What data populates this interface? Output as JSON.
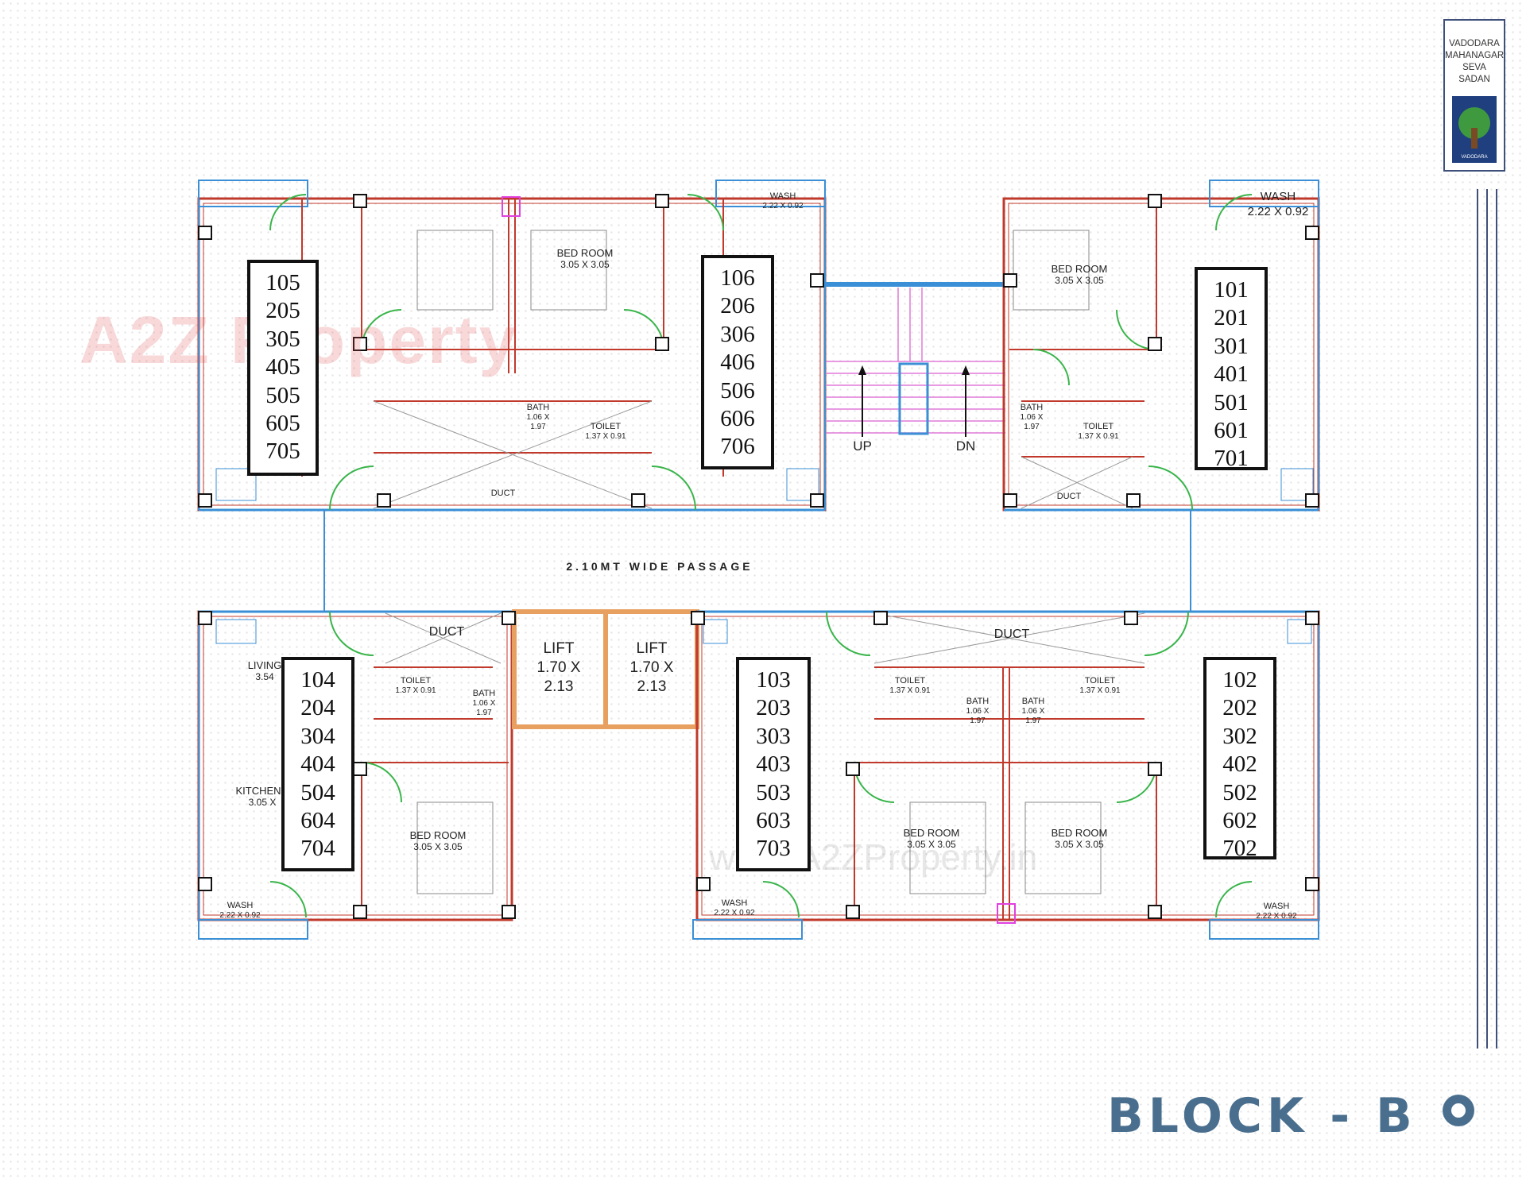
{
  "logo": {
    "line1": "VADODARA",
    "line2": "MAHANAGAR",
    "line3": "SEVA",
    "line4": "SADAN",
    "emblem_text": "VADODARA"
  },
  "watermark_top": "A2Z Property",
  "watermark_bottom": "www.A2ZProperty.in",
  "passage_label": "2.10MT WIDE PASSAGE",
  "block_title": "BLOCK - B",
  "labels": {
    "bed_room": "BED ROOM",
    "bed_size": "3.05 X 3.05",
    "wash": "WASH",
    "wash_size": "2.22 X 0.92",
    "bath": "BATH",
    "bath_size1": "1.06 X",
    "bath_size2": "1.97",
    "toilet": "TOILET",
    "toilet_size": "1.37 X 0.91",
    "duct": "DUCT",
    "up": "UP",
    "dn": "DN",
    "lift": "LIFT",
    "lift_size1": "1.70 X",
    "lift_size2": "2.13",
    "living": "LIVING",
    "living_size": "3.54",
    "kitchen": "KITCHEN",
    "kitchen_size": "3.05 X"
  },
  "unit_groups": {
    "g105": [
      "105",
      "205",
      "305",
      "405",
      "505",
      "605",
      "705"
    ],
    "g106": [
      "106",
      "206",
      "306",
      "406",
      "506",
      "606",
      "706"
    ],
    "g101": [
      "101",
      "201",
      "301",
      "401",
      "501",
      "601",
      "701"
    ],
    "g104": [
      "104",
      "204",
      "304",
      "404",
      "504",
      "604",
      "704"
    ],
    "g103": [
      "103",
      "203",
      "303",
      "403",
      "503",
      "603",
      "703"
    ],
    "g102": [
      "102",
      "202",
      "302",
      "402",
      "502",
      "602",
      "702"
    ]
  },
  "colors": {
    "wall": "#c0392b",
    "window": "#3a8fd6",
    "door": "#39b54a",
    "stair": "#e07ad8",
    "accent": "#4a6f8e",
    "lift": "#e8a060"
  }
}
